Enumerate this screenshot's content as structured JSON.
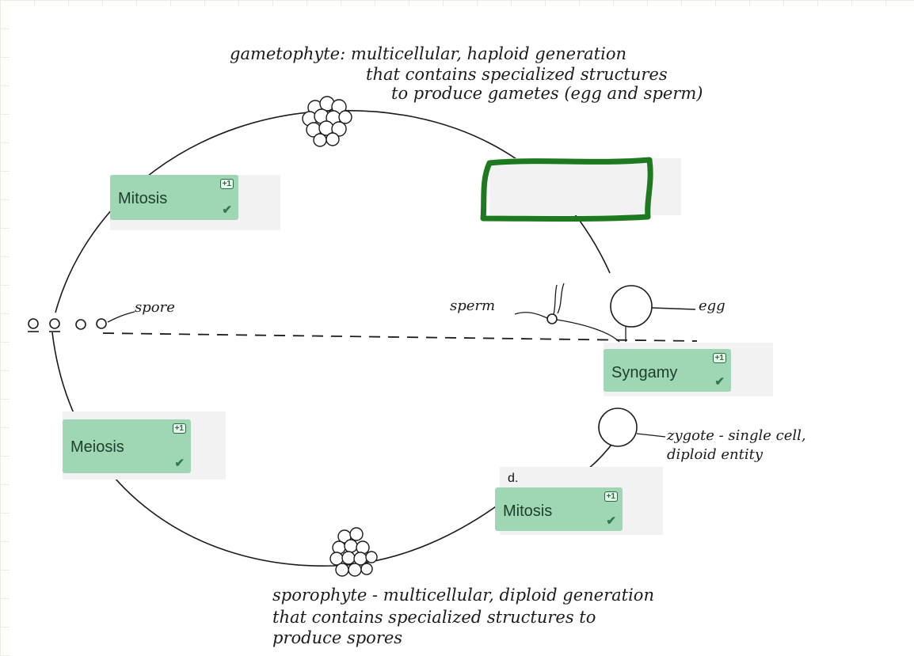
{
  "annotations": {
    "gametophyte_line1": "gametophyte: multicellular, haploid generation",
    "gametophyte_line2": "that contains specialized structures",
    "gametophyte_line3": "to produce gametes (egg and sperm)",
    "spore": "spore",
    "sperm": "sperm",
    "egg": "egg",
    "zygote_line1": "zygote - single cell,",
    "zygote_line2": "diploid entity",
    "sporophyte_line1": "sporophyte - multicellular, diploid generation",
    "sporophyte_line2": "that contains specialized structures to",
    "sporophyte_line3": "produce   spores"
  },
  "drop_boxes": {
    "mitosis_top": {
      "term": "Mitosis",
      "badge": "+1",
      "status": "check"
    },
    "syngamy": {
      "term": "Syngamy",
      "badge": "+1",
      "status": "check"
    },
    "meiosis": {
      "term": "Meiosis",
      "badge": "+1",
      "status": "check"
    },
    "mitosis_bottom": {
      "term": "Mitosis",
      "badge": "+1",
      "status": "check",
      "label": "d."
    }
  },
  "empty_target": {
    "highlight": "green-outline"
  },
  "colors": {
    "drop_box": "#9fd6b3",
    "highlight": "#1e7a1e",
    "badge": "#2d6a45",
    "ink": "#1b1b1b"
  }
}
